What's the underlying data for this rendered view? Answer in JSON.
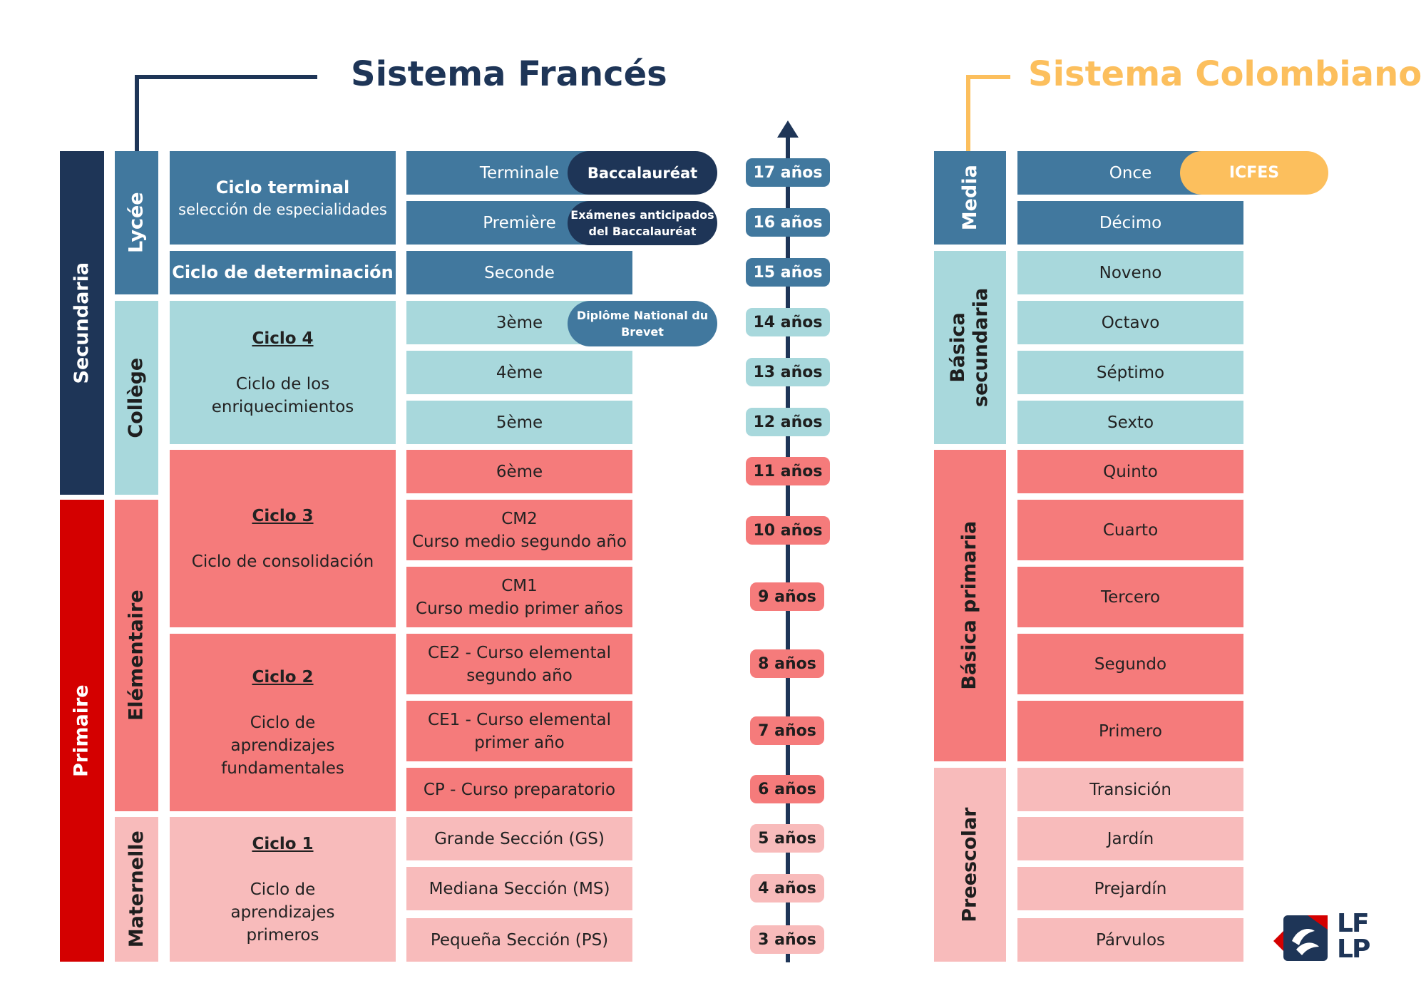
{
  "colors": {
    "navy": "#1e3557",
    "steel": "#41789e",
    "aqua": "#a8d8dc",
    "salmon": "#f57b7b",
    "pink": "#f8bbbb",
    "red": "#d40000",
    "gold": "#fcbf5d"
  },
  "french": {
    "title": "Sistema Francés",
    "levels": [
      {
        "label": "Secundaria",
        "color": "navy"
      },
      {
        "label": "Primaire",
        "color": "red"
      }
    ],
    "stages": [
      {
        "label": "Lycée",
        "color": "steel"
      },
      {
        "label": "Collège",
        "color": "aqua"
      },
      {
        "label": "Elémentaire",
        "color": "salmon"
      },
      {
        "label": "Maternelle",
        "color": "pink"
      }
    ],
    "cycles": {
      "terminal": {
        "title": "Ciclo terminal",
        "desc": "selección de especialidades"
      },
      "determinacion": {
        "title": "Ciclo de determinación"
      },
      "c4": {
        "title": "Ciclo 4",
        "desc": "Ciclo de los enriquecimientos"
      },
      "c3": {
        "title": "Ciclo 3",
        "desc": "Ciclo de consolidación"
      },
      "c2": {
        "title": "Ciclo 2",
        "desc": "Ciclo de aprendizajes fundamentales"
      },
      "c1": {
        "title": "Ciclo 1",
        "desc": "Ciclo de aprendizajes primeros"
      }
    },
    "grades": [
      {
        "label": "Terminale",
        "line2": ""
      },
      {
        "label": "Première",
        "line2": ""
      },
      {
        "label": "Seconde",
        "line2": ""
      },
      {
        "label": "3ème",
        "line2": ""
      },
      {
        "label": "4ème",
        "line2": ""
      },
      {
        "label": "5ème",
        "line2": ""
      },
      {
        "label": "6ème",
        "line2": ""
      },
      {
        "label": "CM2",
        "line2": "Curso medio segundo año"
      },
      {
        "label": "CM1",
        "line2": "Curso medio primer años"
      },
      {
        "label": "CE2 - Curso elemental",
        "line2": "segundo año"
      },
      {
        "label": "CE1 - Curso elemental",
        "line2": "primer año"
      },
      {
        "label": "CP - Curso preparatorio",
        "line2": ""
      },
      {
        "label": "Grande Sección (GS)",
        "line2": ""
      },
      {
        "label": "Mediana Sección (MS)",
        "line2": ""
      },
      {
        "label": "Pequeña Sección (PS)",
        "line2": ""
      }
    ],
    "exams": {
      "bac": "Baccalauréat",
      "anticipados_1": "Exámenes anticipados",
      "anticipados_2": "del Baccalauréat",
      "brevet_1": "Diplôme National du",
      "brevet_2": "Brevet"
    }
  },
  "ages": [
    "17 años",
    "16 años",
    "15 años",
    "14 años",
    "13 años",
    "12 años",
    "11 años",
    "10 años",
    "9 años",
    "8 años",
    "7 años",
    "6 años",
    "5 años",
    "4 años",
    "3 años"
  ],
  "colombian": {
    "title": "Sistema Colombiano",
    "levels": [
      {
        "label": "Media",
        "color": "steel"
      },
      {
        "label": "Básica secundaria",
        "line1": "Básica",
        "line2": "secundaria",
        "color": "aqua"
      },
      {
        "label": "Básica primaria",
        "color": "salmon"
      },
      {
        "label": "Preescolar",
        "color": "pink"
      }
    ],
    "grades": [
      "Once",
      "Décimo",
      "Noveno",
      "Octavo",
      "Séptimo",
      "Sexto",
      "Quinto",
      "Cuarto",
      "Tercero",
      "Segundo",
      "Primero",
      "Transición",
      "Jardín",
      "Prejardín",
      "Párvulos"
    ],
    "exam": "ICFES"
  },
  "logo": {
    "line1": "LF",
    "line2": "LP"
  }
}
